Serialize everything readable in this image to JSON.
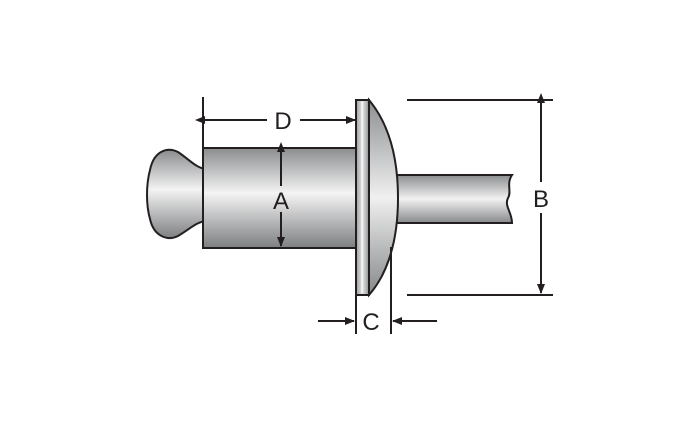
{
  "diagram": {
    "labels": {
      "a": "A",
      "b": "B",
      "c": "C",
      "d": "D"
    },
    "colors": {
      "outline": "#231f20",
      "metal_dark": "#8d8f91",
      "metal_light": "#f3f3f3",
      "background": "#ffffff"
    }
  }
}
